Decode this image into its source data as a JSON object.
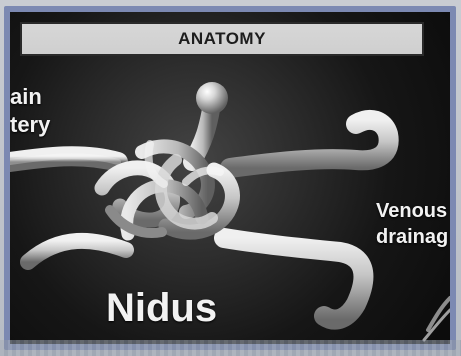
{
  "title": "ANATOMY",
  "labels": {
    "artery_line1": "ain",
    "artery_line2": "tery",
    "venous_line1": "Venous",
    "venous_line2": "drainag",
    "nidus": "Nidus"
  },
  "colors": {
    "frame": "#7c89b2",
    "title_bar": "#d2d2d2",
    "vessel_light": "#dcdcdc",
    "vessel_dark": "#6e6e6e",
    "background": "#161616"
  }
}
